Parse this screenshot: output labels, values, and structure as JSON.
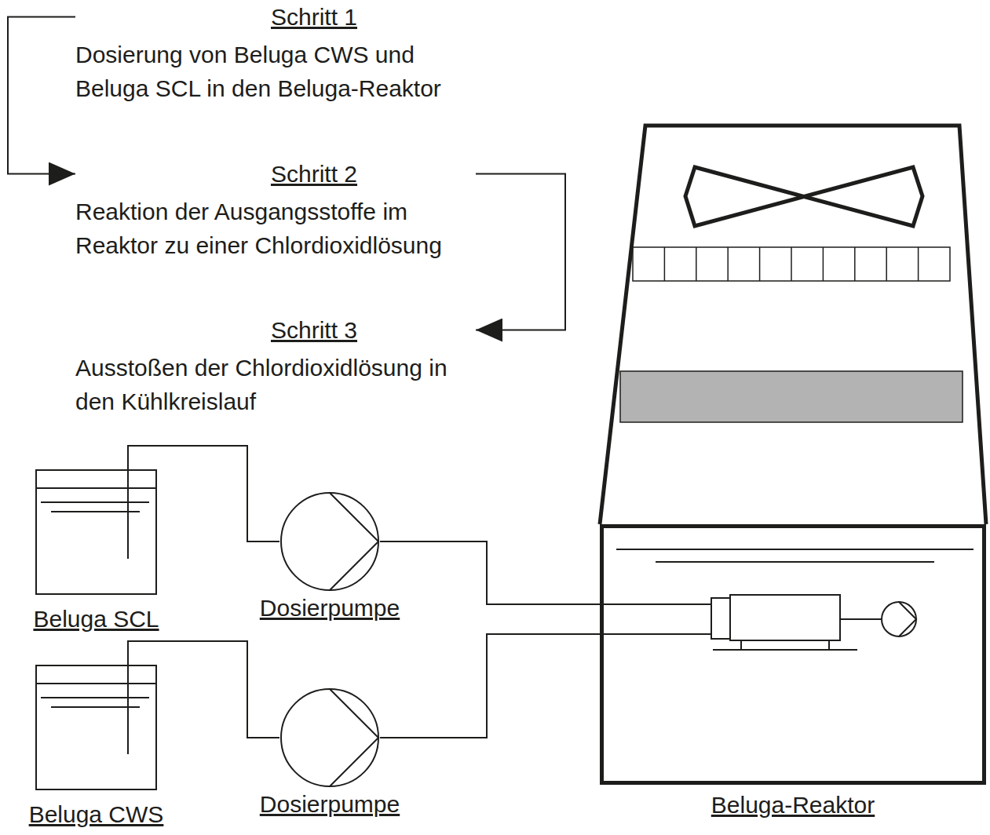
{
  "diagram": {
    "nodes": [
      {
        "text": [
          "Schritt 1",
          "Dosierung von Beluga CWS und Beluga SCL in den Beluga-Reaktor"
        ]
      },
      {
        "text": [
          "Schritt 2",
          "Reaktion der Ausgangsstoffe im Reaktor zu einer Chlordioxidlösung"
        ]
      },
      {
        "text": [
          "Schritt 3",
          "Ausstoßen der Chlordioxidlösung in den Kühlkreislauf"
        ]
      },
      {
        "text": [
          "Beluga SCL"
        ]
      },
      {
        "text": [
          "Dosierpumpe"
        ]
      },
      {
        "text": [
          "Beluga CWS"
        ]
      },
      {
        "text": [
          "Dosierpumpe"
        ]
      },
      {
        "text": [
          "Beluga-Reaktor"
        ]
      }
    ],
    "edges": [
      {
        "from": 0,
        "to": 1,
        "arrow": "to"
      },
      {
        "from": 1,
        "to": 2,
        "arrow": "to"
      },
      {
        "from": 3,
        "to": 4,
        "arrow": "none"
      },
      {
        "from": 4,
        "to": 7,
        "arrow": "none"
      },
      {
        "from": 5,
        "to": 6,
        "arrow": "none"
      },
      {
        "from": 6,
        "to": 7,
        "arrow": "none"
      }
    ]
  }
}
